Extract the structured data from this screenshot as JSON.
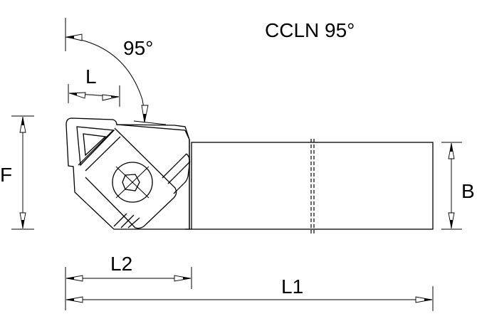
{
  "title": "CCLN 95°",
  "drawing": {
    "type": "technical-drawing",
    "subject": "turning tool holder",
    "angle_label": "95°",
    "dimensions": {
      "L": "L",
      "F": "F",
      "B": "B",
      "L1": "L1",
      "L2": "L2"
    }
  },
  "colors": {
    "line": "#000000",
    "background": "#ffffff"
  }
}
